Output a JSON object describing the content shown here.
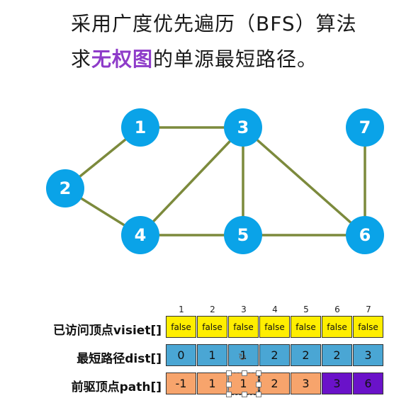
{
  "title": {
    "line1": "采用广度优先遍历（BFS）算法",
    "line2_prefix": "求",
    "line2_highlight": "无权图",
    "line2_suffix": "的单源最短路径。"
  },
  "colors": {
    "node": "#0aa3e8",
    "edge": "#7c8a3c",
    "visited": "#ffee00",
    "dist": "#4aa6d4",
    "path_default": "#f7a46c",
    "path_highlight": "#6a12c9",
    "title_highlight": "#8e3bc9"
  },
  "graph": {
    "nodes": [
      "1",
      "2",
      "3",
      "4",
      "5",
      "6",
      "7"
    ],
    "edges": [
      [
        "1",
        "2"
      ],
      [
        "1",
        "3"
      ],
      [
        "2",
        "4"
      ],
      [
        "3",
        "4"
      ],
      [
        "3",
        "5"
      ],
      [
        "3",
        "6"
      ],
      [
        "4",
        "5"
      ],
      [
        "5",
        "6"
      ],
      [
        "6",
        "7"
      ]
    ]
  },
  "table": {
    "indices": [
      "1",
      "2",
      "3",
      "4",
      "5",
      "6",
      "7"
    ],
    "visited_label": "已访问顶点visiet[]",
    "dist_label": "最短路径dist[]",
    "path_label": "前驱顶点path[]",
    "visited": [
      "false",
      "false",
      "false",
      "false",
      "false",
      "false",
      "false"
    ],
    "dist": [
      "0",
      "1",
      "1",
      "2",
      "2",
      "2",
      "3"
    ],
    "path": [
      "-1",
      "1",
      "1",
      "2",
      "3",
      "3",
      "6"
    ]
  },
  "icons": {
    "selection_rotate": "rotate-icon"
  }
}
